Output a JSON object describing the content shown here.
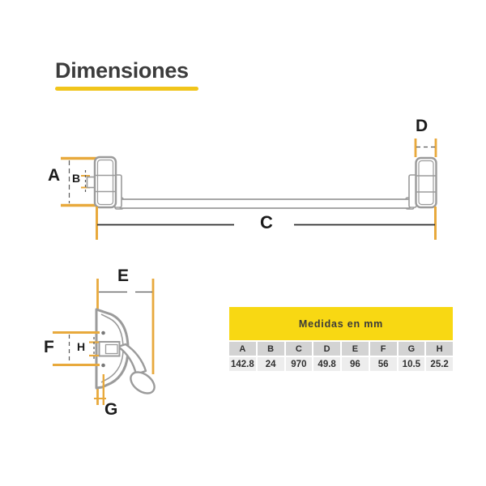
{
  "title": {
    "text": "Dimensiones"
  },
  "dims": {
    "A": "A",
    "B": "B",
    "C": "C",
    "D": "D",
    "E": "E",
    "F": "F",
    "G": "G",
    "H": "H"
  },
  "table": {
    "caption": "Medidas en mm",
    "columns": [
      "A",
      "B",
      "C",
      "D",
      "E",
      "F",
      "G",
      "H"
    ],
    "values": [
      "142.8",
      "24",
      "970",
      "49.8",
      "96",
      "56",
      "10.5",
      "25.2"
    ]
  },
  "colors": {
    "brand_yellow": "#f8d813",
    "underline_yellow": "#f1c51b",
    "dimension_amber": "#e8a93c",
    "outline_gray": "#9b9b9b",
    "housing_gray": "#8d8d8d",
    "text_dark": "#3c3c3c",
    "header_cell_gray": "#d3d3d3",
    "value_cell_gray": "#ededed"
  }
}
